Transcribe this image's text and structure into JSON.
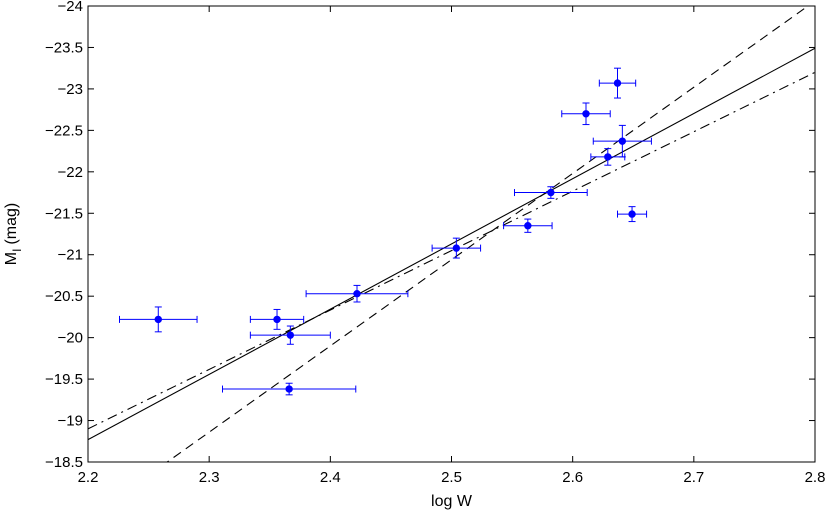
{
  "chart_data": {
    "type": "scatter",
    "xlabel": "log W",
    "ylabel_main": "M",
    "ylabel_sub": "I",
    "ylabel_unit": "(mag)",
    "xlim": [
      2.2,
      2.8
    ],
    "ylim": [
      -18.5,
      -24
    ],
    "y_inverted": true,
    "grid": false,
    "xticks": [
      2.2,
      2.3,
      2.4,
      2.5,
      2.6,
      2.7,
      2.8
    ],
    "xtick_labels": [
      "2.2",
      "2.3",
      "2.4",
      "2.5",
      "2.6",
      "2.7",
      "2.8"
    ],
    "yticks": [
      -18.5,
      -19,
      -19.5,
      -20,
      -20.5,
      -21,
      -21.5,
      -22,
      -22.5,
      -23,
      -23.5,
      -24
    ],
    "ytick_labels": [
      "−18.5",
      "−19",
      "−19.5",
      "−20",
      "−20.5",
      "−21",
      "−21.5",
      "−22",
      "−22.5",
      "−23",
      "−23.5",
      "−24"
    ],
    "points": [
      {
        "x": 2.258,
        "y": -20.22,
        "xerr": 0.032,
        "yerr": 0.15
      },
      {
        "x": 2.356,
        "y": -20.22,
        "xerr": 0.022,
        "yerr": 0.12
      },
      {
        "x": 2.367,
        "y": -20.03,
        "xerr": 0.033,
        "yerr": 0.11
      },
      {
        "x": 2.366,
        "y": -19.38,
        "xerr": 0.055,
        "yerr": 0.07
      },
      {
        "x": 2.422,
        "y": -20.53,
        "xerr": 0.042,
        "yerr": 0.1
      },
      {
        "x": 2.504,
        "y": -21.08,
        "xerr": 0.02,
        "yerr": 0.12
      },
      {
        "x": 2.563,
        "y": -21.35,
        "xerr": 0.02,
        "yerr": 0.08
      },
      {
        "x": 2.582,
        "y": -21.75,
        "xerr": 0.03,
        "yerr": 0.07
      },
      {
        "x": 2.611,
        "y": -22.7,
        "xerr": 0.02,
        "yerr": 0.13
      },
      {
        "x": 2.629,
        "y": -22.18,
        "xerr": 0.014,
        "yerr": 0.1
      },
      {
        "x": 2.637,
        "y": -23.07,
        "xerr": 0.015,
        "yerr": 0.18
      },
      {
        "x": 2.641,
        "y": -22.37,
        "xerr": 0.024,
        "yerr": 0.19
      },
      {
        "x": 2.649,
        "y": -21.49,
        "xerr": 0.012,
        "yerr": 0.09
      }
    ],
    "lines": [
      {
        "style": "solid",
        "x": [
          2.2,
          2.8
        ],
        "y": [
          -18.77,
          -23.49
        ]
      },
      {
        "style": "dashed",
        "x": [
          2.2,
          2.8
        ],
        "y": [
          -17.82,
          -24.06
        ]
      },
      {
        "style": "dashdot",
        "x": [
          2.2,
          2.8
        ],
        "y": [
          -18.9,
          -23.2
        ]
      }
    ],
    "colors": {
      "points": "#0000ff",
      "lines": "#000000",
      "axes": "#000000"
    }
  }
}
